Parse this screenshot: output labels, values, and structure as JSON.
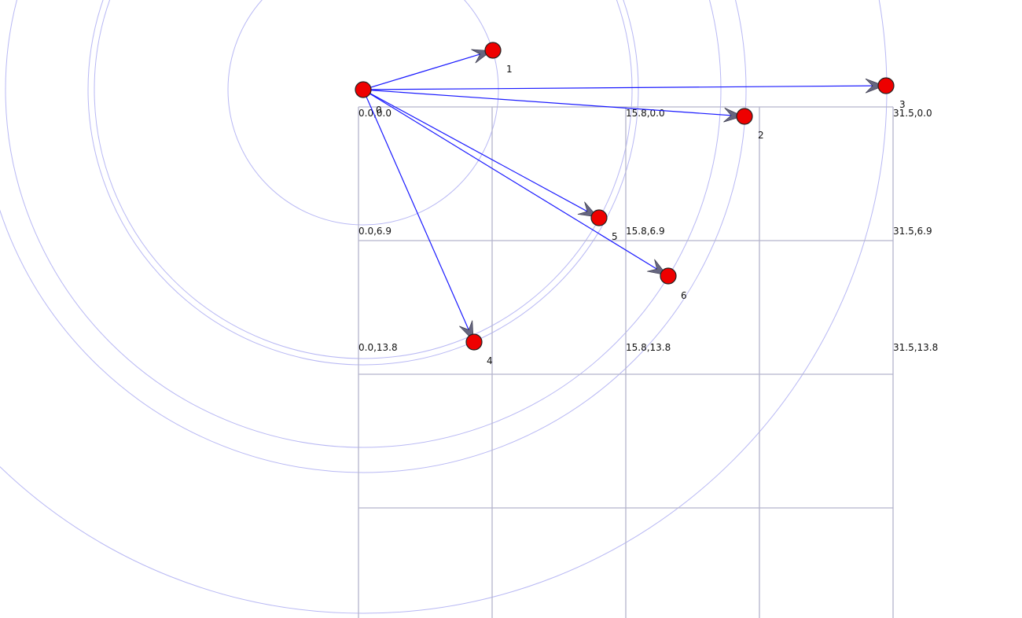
{
  "graph": {
    "nodes": [
      {
        "id": "0",
        "label": "0"
      },
      {
        "id": "1",
        "label": "1"
      },
      {
        "id": "2",
        "label": "2"
      },
      {
        "id": "3",
        "label": "3"
      },
      {
        "id": "4",
        "label": "4"
      },
      {
        "id": "5",
        "label": "5"
      },
      {
        "id": "6",
        "label": "6"
      }
    ],
    "edges": [
      {
        "from": "0",
        "to": "1"
      },
      {
        "from": "0",
        "to": "2"
      },
      {
        "from": "0",
        "to": "3"
      },
      {
        "from": "0",
        "to": "4"
      },
      {
        "from": "0",
        "to": "5"
      },
      {
        "from": "0",
        "to": "6"
      }
    ],
    "colors": {
      "node_fill": "#ee0000",
      "edge": "#1a1aff",
      "ring": "#b8b8f4",
      "grid": "#b4b4cc"
    }
  },
  "grid_labels": [
    "0.0,0.0",
    "15.8,0.0",
    "31.5,0.0",
    "0.0,6.9",
    "15.8,6.9",
    "31.5,6.9",
    "0.0,13.8",
    "15.8,13.8",
    "31.5,13.8"
  ]
}
